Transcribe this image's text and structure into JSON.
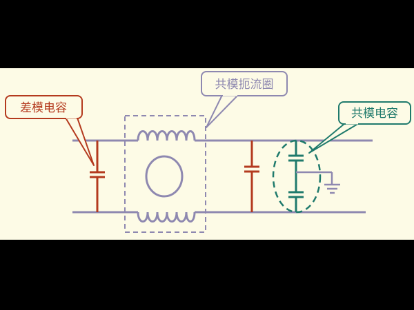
{
  "labels": {
    "differential_capacitor": "差模电容",
    "common_mode_choke": "共模扼流圈",
    "common_capacitor": "共模电容"
  },
  "colors": {
    "background": "#000000",
    "panel": "#fdfbe6",
    "wire": "#8e88b0",
    "differential": "#b43a1e",
    "common": "#1f7a6c",
    "choke_label": "#8e88b0"
  }
}
